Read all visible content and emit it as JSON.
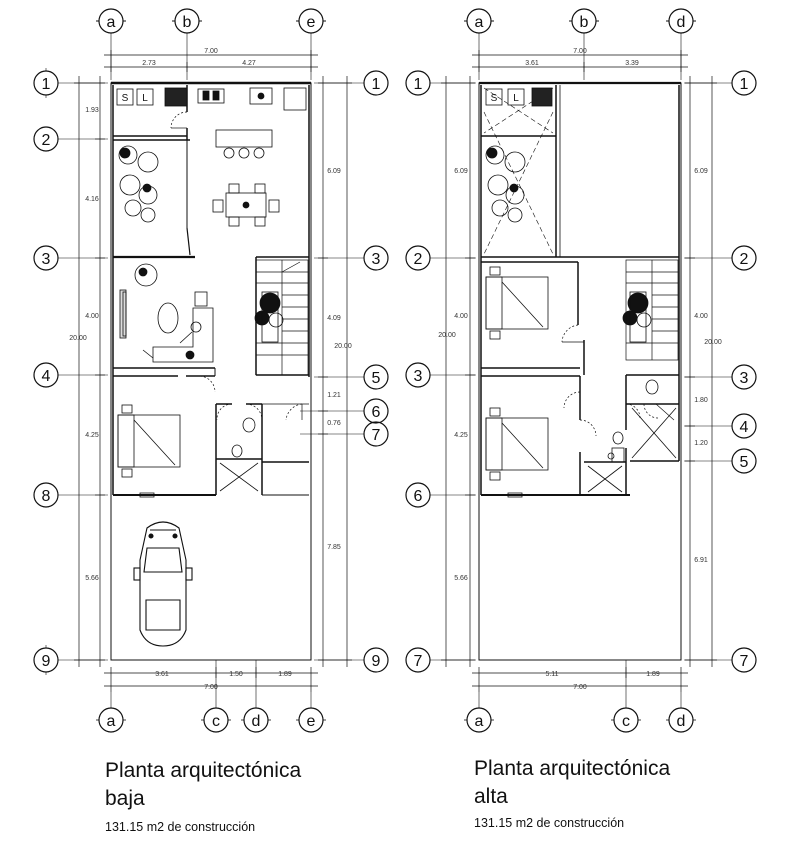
{
  "plans": {
    "ground": {
      "title_line1": "Planta arquitectónica",
      "title_line2": "baja",
      "area": "131.15 m2 de construcción",
      "top_letters": [
        "a",
        "b",
        "e"
      ],
      "bottom_letters": [
        "a",
        "c",
        "d",
        "e"
      ],
      "left_numbers": [
        "1",
        "2",
        "3",
        "4",
        "8",
        "9"
      ],
      "right_numbers": [
        "1",
        "3",
        "5",
        "6",
        "7",
        "9"
      ],
      "top_total": "7.00",
      "top_dims": [
        "2.73",
        "4.27"
      ],
      "bottom_dims": [
        "3.61",
        "1.50",
        "1.89"
      ],
      "bottom_total": "7.00",
      "left_dims": [
        "1.93",
        "4.16",
        "4.00",
        "4.25",
        "5.66"
      ],
      "left_total": "20.00",
      "right_dims": [
        "6.09",
        "4.09",
        "1.21",
        "0.76",
        "7.85"
      ],
      "right_total": "20.00"
    },
    "upper": {
      "title_line1": "Planta arquitectónica",
      "title_line2": "alta",
      "area": "131.15 m2 de construcción",
      "top_letters": [
        "a",
        "b",
        "d"
      ],
      "bottom_letters": [
        "a",
        "c",
        "d"
      ],
      "left_numbers": [
        "1",
        "2",
        "3",
        "6",
        "7"
      ],
      "right_numbers": [
        "1",
        "2",
        "3",
        "4",
        "5",
        "7"
      ],
      "top_total": "7.00",
      "top_dims": [
        "3.61",
        "3.39"
      ],
      "bottom_dims": [
        "5.11",
        "1.89"
      ],
      "bottom_total": "7.00",
      "left_dims": [
        "6.09",
        "4.00",
        "4.25",
        "5.66"
      ],
      "left_total": "20.00",
      "right_dims": [
        "6.09",
        "4.00",
        "1.80",
        "1.20",
        "6.91"
      ],
      "right_total": "20.00"
    }
  },
  "colors": {
    "line": "#111111",
    "dim": "#333333",
    "text": "#111111"
  }
}
